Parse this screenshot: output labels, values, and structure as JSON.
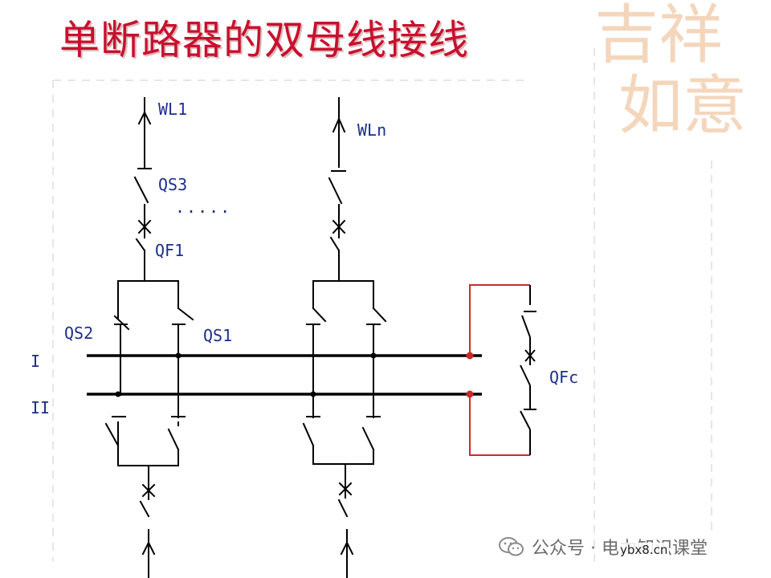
{
  "title": "单断路器的双母线接线",
  "decoration": {
    "line1": "吉祥",
    "line2": "如意"
  },
  "labels": {
    "wl1": "WL1",
    "wln": "WLn",
    "qs3": "QS3",
    "dots": ".....",
    "qf1": "QF1",
    "qs2": "QS2",
    "qs1": "QS1",
    "bus1": "I",
    "bus2": "II",
    "qfc": "QFc"
  },
  "footer": {
    "text": "公众号 · 电力知识课堂",
    "site": "ybx8.cn",
    "icon": "wechat-icon"
  },
  "colors": {
    "title": "#c8102e",
    "labels": "#1e2e8c",
    "coupler": "#cc2a2a",
    "lines": "#000000"
  }
}
